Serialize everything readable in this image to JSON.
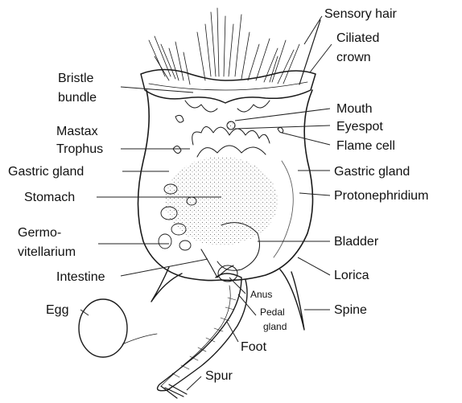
{
  "labels": {
    "sensory_hair": "Sensory hair",
    "ciliated_crown_1": "Ciliated",
    "ciliated_crown_2": "crown",
    "bristle_bundle_1": "Bristle",
    "bristle_bundle_2": "bundle",
    "mouth": "Mouth",
    "eyespot": "Eyespot",
    "mastax": "Mastax",
    "trophus": "Trophus",
    "flame_cell": "Flame cell",
    "gastric_gland_left": "Gastric gland",
    "gastric_gland_right": "Gastric gland",
    "stomach": "Stomach",
    "protonephridium": "Protonephridium",
    "germovitellarium_1": "Germo-",
    "germovitellarium_2": "vitellarium",
    "bladder": "Bladder",
    "intestine": "Intestine",
    "lorica": "Lorica",
    "anus": "Anus",
    "pedal_gland_1": "Pedal",
    "pedal_gland_2": "gland",
    "egg": "Egg",
    "spine": "Spine",
    "foot": "Foot",
    "spur": "Spur"
  }
}
